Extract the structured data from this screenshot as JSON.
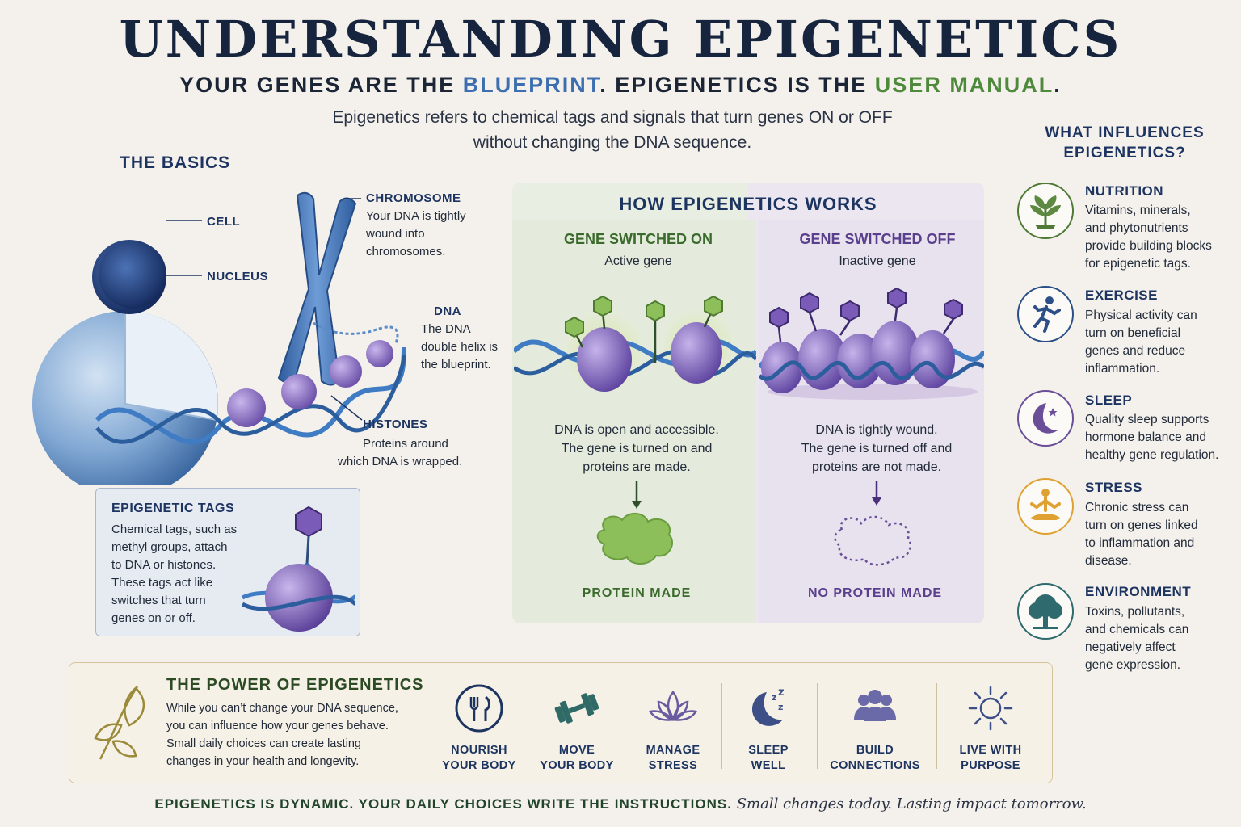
{
  "header": {
    "title": "UNDERSTANDING EPIGENETICS",
    "subtitle_1": "YOUR GENES ARE THE ",
    "subtitle_blue": "BLUEPRINT",
    "subtitle_2": ". EPIGENETICS IS THE ",
    "subtitle_green": "USER MANUAL",
    "subtitle_3": ".",
    "intro_line1": "Epigenetics refers to chemical tags and signals that turn genes ON or OFF",
    "intro_line2": "without changing the DNA sequence."
  },
  "basics": {
    "heading": "THE BASICS",
    "cell_label": "CELL",
    "nucleus_label": "NUCLEUS",
    "chromosome_title": "CHROMOSOME",
    "chromosome_l1": "Your DNA is tightly",
    "chromosome_l2": "wound into",
    "chromosome_l3": "chromosomes.",
    "dna_title": "DNA",
    "dna_l1": "The DNA",
    "dna_l2": "double helix is",
    "dna_l3": "the blueprint.",
    "histones_title": "HISTONES",
    "histones_l1": "Proteins around",
    "histones_l2": "which DNA is wrapped."
  },
  "tags": {
    "heading": "EPIGENETIC TAGS",
    "l1": "Chemical tags, such as",
    "l2": "methyl groups, attach",
    "l3": "to DNA or histones.",
    "l4": "These tags act like",
    "l5": "switches that turn",
    "l6": "genes on or off."
  },
  "how": {
    "heading": "HOW EPIGENETICS WORKS",
    "on_title": "GENE SWITCHED ON",
    "on_sub": "Active gene",
    "on_l1": "DNA is open and accessible.",
    "on_l2": "The gene is turned on and",
    "on_l3": "proteins are made.",
    "on_result": "PROTEIN MADE",
    "off_title": "GENE SWITCHED OFF",
    "off_sub": "Inactive gene",
    "off_l1": "DNA is tightly wound.",
    "off_l2": "The gene is turned off and",
    "off_l3": "proteins are not made.",
    "off_result": "NO PROTEIN MADE"
  },
  "influences": {
    "heading_l1": "WHAT INFLUENCES",
    "heading_l2": "EPIGENETICS?",
    "items": [
      {
        "title": "NUTRITION",
        "lines": [
          "Vitamins, minerals,",
          "and phytonutrients",
          "provide building blocks",
          "for epigenetic tags."
        ],
        "icon": "plant-icon",
        "color": "#4f7a35"
      },
      {
        "title": "EXERCISE",
        "lines": [
          "Physical activity can",
          "turn on beneficial",
          "genes and reduce",
          "inflammation."
        ],
        "icon": "runner-icon",
        "color": "#2b4f86"
      },
      {
        "title": "SLEEP",
        "lines": [
          "Quality sleep supports",
          "hormone balance and",
          "healthy gene regulation."
        ],
        "icon": "moon-icon",
        "color": "#6a4f98"
      },
      {
        "title": "STRESS",
        "lines": [
          "Chronic stress can",
          "turn on genes linked",
          "to inflammation and",
          "disease."
        ],
        "icon": "meditation-icon",
        "color": "#e0a133"
      },
      {
        "title": "ENVIRONMENT",
        "lines": [
          "Toxins, pollutants,",
          "and chemicals can",
          "negatively affect",
          "gene expression."
        ],
        "icon": "tree-icon",
        "color": "#2f6a6e"
      }
    ]
  },
  "power": {
    "heading": "THE POWER OF EPIGENETICS",
    "l1": "While you can’t change your DNA sequence,",
    "l2": "you can influence how your genes behave.",
    "l3": "Small daily choices can create lasting",
    "l4": "changes in your health and longevity.",
    "items": [
      {
        "l1": "NOURISH",
        "l2": "YOUR BODY",
        "icon": "fork-knife-icon"
      },
      {
        "l1": "MOVE",
        "l2": "YOUR BODY",
        "icon": "dumbbell-icon"
      },
      {
        "l1": "MANAGE",
        "l2": "STRESS",
        "icon": "lotus-icon"
      },
      {
        "l1": "SLEEP",
        "l2": "WELL",
        "icon": "sleep-moon-icon"
      },
      {
        "l1": "BUILD",
        "l2": "CONNECTIONS",
        "icon": "people-icon"
      },
      {
        "l1": "LIVE WITH",
        "l2": "PURPOSE",
        "icon": "sun-icon"
      }
    ]
  },
  "footer": {
    "strong": "EPIGENETICS IS DYNAMIC. YOUR DAILY CHOICES WRITE THE INSTRUCTIONS.",
    "italic": "Small changes today. Lasting impact tomorrow."
  },
  "colors": {
    "navy": "#1d3461",
    "blue": "#3d6fb0",
    "green": "#4f8a3c",
    "purple": "#6a4f98",
    "helix": "#3f7cc4",
    "histone": "#8a6fc4"
  }
}
